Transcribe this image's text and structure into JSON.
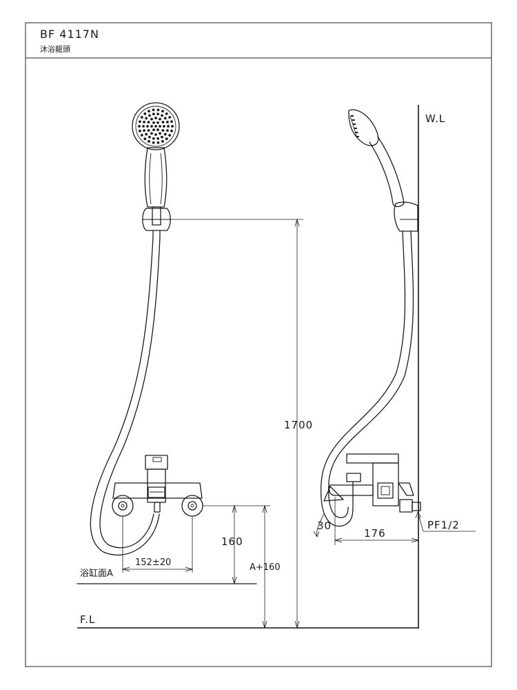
{
  "title_block": {
    "model": "BF 4117N",
    "product_name": "沐浴龍頭"
  },
  "labels": {
    "wall_line": "W.L",
    "floor_line": "F.L",
    "tub_surface": "浴缸面A",
    "pipe_thread": "PF1/2"
  },
  "dimensions": {
    "height_total": "1700",
    "height_above_tub": "160",
    "height_from_floor": "A+160",
    "inlet_spacing": "152±20",
    "projection": "176",
    "spout_angle": "30"
  },
  "colors": {
    "line": "#1a1a1a",
    "background": "#ffffff"
  }
}
